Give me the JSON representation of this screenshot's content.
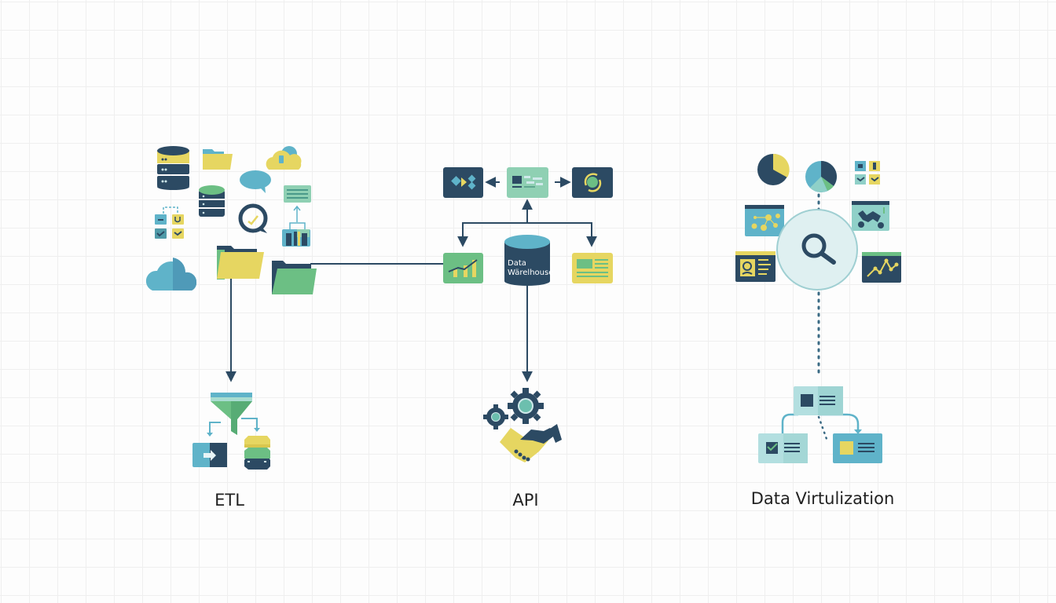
{
  "diagram": {
    "title": "",
    "sections": [
      {
        "id": "etl",
        "label": "ETL"
      },
      {
        "id": "api",
        "label": "API"
      },
      {
        "id": "virtualization",
        "label": "Data Virtulization"
      }
    ],
    "hub": {
      "label_line1": "Data",
      "label_line2": "Wärelhouse"
    },
    "icons": {
      "etl_sources": [
        "database-icon",
        "folder-icon",
        "cloud-icon",
        "chat-bubble-icon",
        "database-icon",
        "document-list-icon",
        "task-checklist-icon",
        "clock-check-icon",
        "data-split-icon",
        "cloud-icon",
        "folder-icon",
        "folder-icon"
      ],
      "etl_process": [
        "funnel-icon",
        "import-arrow-icon",
        "stacked-data-icon"
      ],
      "api_nodes": [
        "transform-icon",
        "dashboard-icon",
        "sync-ring-icon",
        "growth-chart-icon",
        "data-warehouse-icon",
        "report-icon"
      ],
      "api_process": [
        "gears-icon",
        "handshake-icon"
      ],
      "virtualization_nodes": [
        "pie-chart-icon",
        "pie-chart-icon",
        "checklist-grid-icon",
        "flow-panel-icon",
        "map-panel-icon",
        "search-icon",
        "profile-panel-icon",
        "line-chart-panel-icon"
      ],
      "virtualization_output": [
        "source-card-icon",
        "checked-card-icon",
        "target-card-icon"
      ]
    },
    "colors": {
      "navy": "#2c4a63",
      "teal": "#5fb3c9",
      "green": "#6cbf84",
      "yellow": "#e6d661",
      "mint": "#8fd0b3",
      "pale_teal": "#cfe9ea",
      "line": "#2c4a63"
    }
  }
}
